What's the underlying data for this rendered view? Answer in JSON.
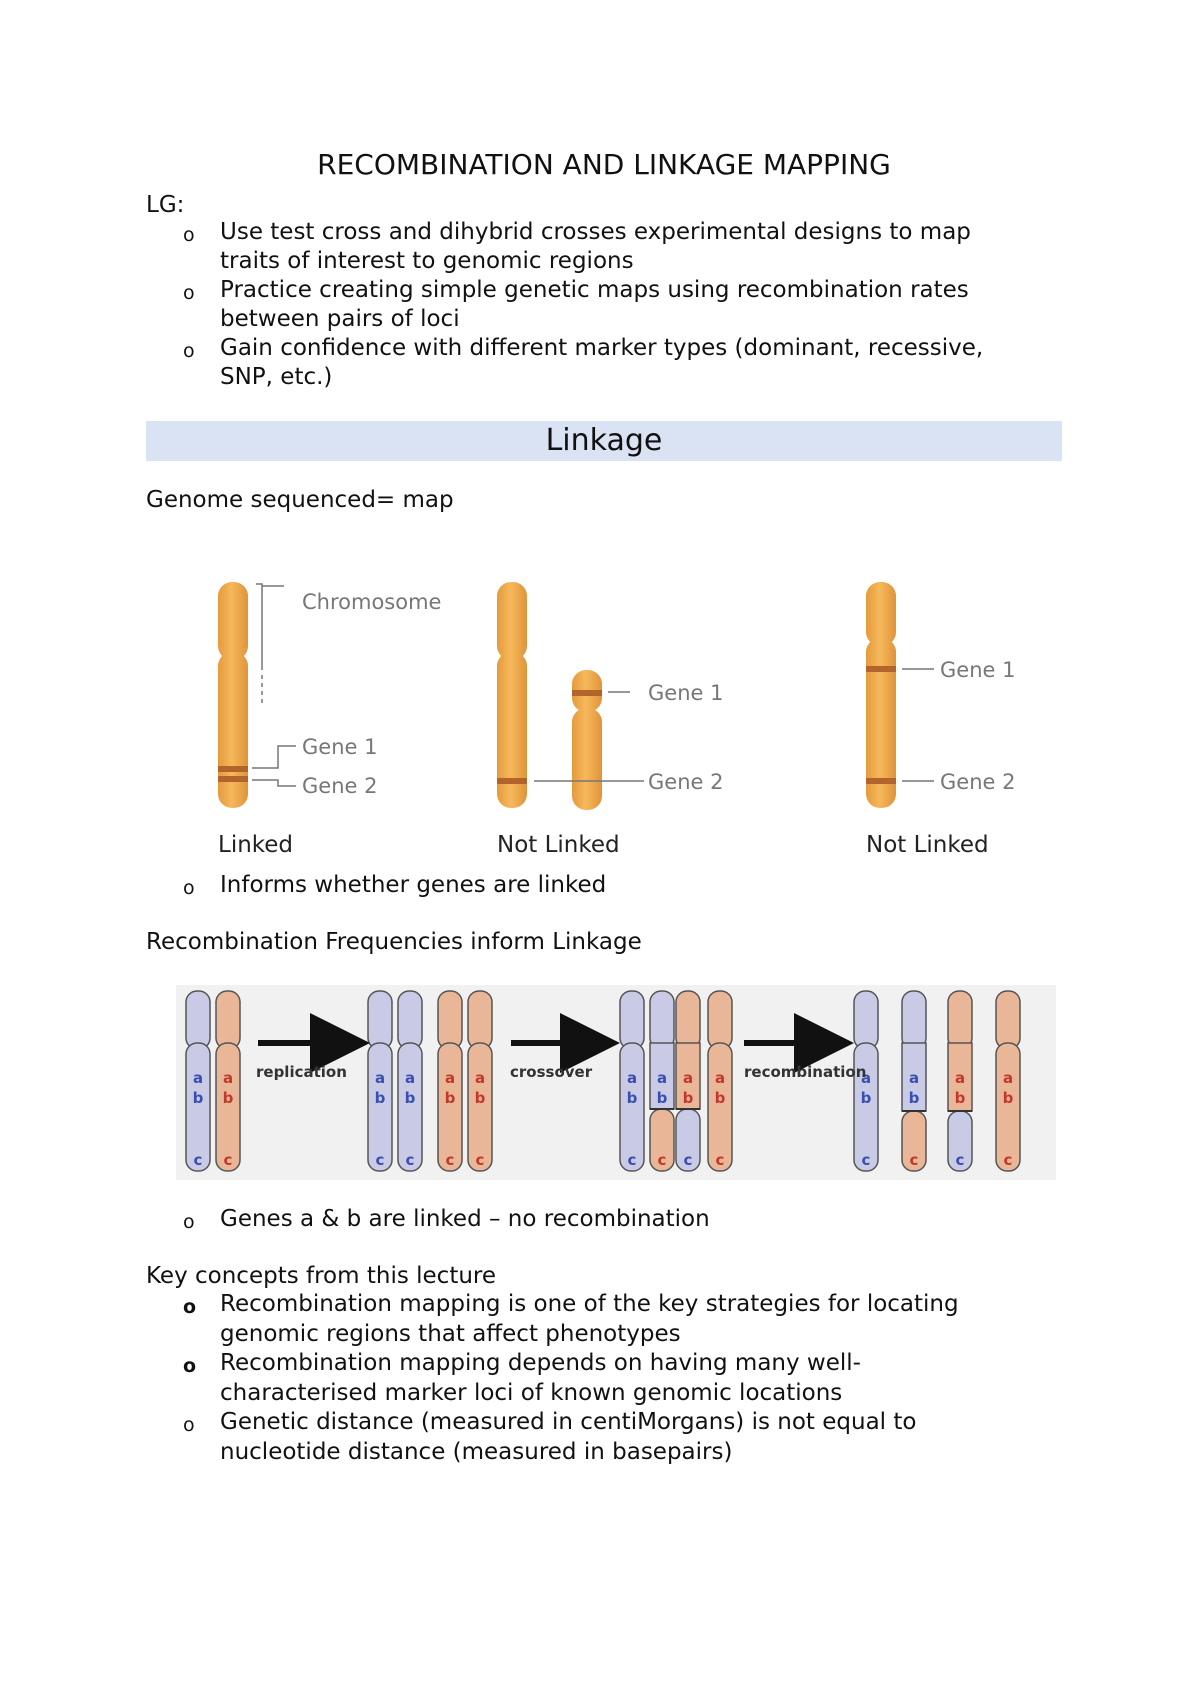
{
  "title": "RECOMBINATION AND LINKAGE MAPPING",
  "lg_label": "LG:",
  "lg_items": [
    [
      "Use test cross and dihybrid crosses experimental designs to map",
      "traits of interest to genomic regions"
    ],
    [
      "Practice creating simple genetic maps using recombination rates",
      "between pairs of loci"
    ],
    [
      "Gain confidence with different marker types (dominant, recessive,",
      "SNP, etc.)"
    ]
  ],
  "section_heading": "Linkage",
  "genome_text": "Genome sequenced= map",
  "figure1": {
    "chromosome_label": "Chromosome",
    "gene1": "Gene 1",
    "gene2": "Gene 2",
    "linked": "Linked",
    "not_linked": "Not Linked"
  },
  "informs_item": "Informs whether genes are linked",
  "recomb_heading": "Recombination Frequencies inform Linkage",
  "figure2": {
    "replication": "replication",
    "crossover": "crossover",
    "recombination": "recombination",
    "allele_a": "a",
    "allele_b": "b",
    "allele_c": "c",
    "colors": {
      "blue": "#c9cbe6",
      "orange": "#e9b798",
      "blue_text": "#3a4fb0",
      "red_text": "#c0392b"
    }
  },
  "genes_item": "Genes a & b are linked – no recombination",
  "key_heading": "Key concepts from this lecture",
  "key_items": [
    [
      "Recombination mapping is one of the key strategies for locating",
      "genomic regions that affect phenotypes"
    ],
    [
      "Recombination mapping depends on having many well-",
      "characterised marker loci of known genomic locations"
    ],
    [
      "Genetic distance (measured in centiMorgans) is not equal to",
      "nucleotide distance (measured in basepairs)"
    ]
  ],
  "bullet_glyph": "o"
}
